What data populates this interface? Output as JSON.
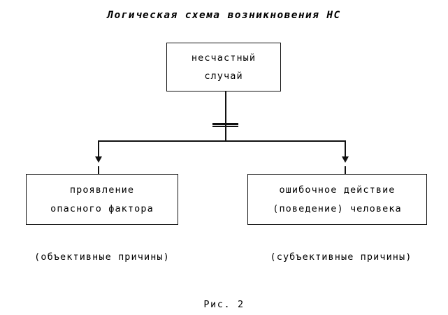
{
  "diagram": {
    "title": "Логическая схема возникновения НС",
    "figure_label": "Рис. 2",
    "type": "flowchart",
    "ink_color": "#111111",
    "background_color": "#ffffff",
    "nodes": [
      {
        "id": "accident",
        "line1": "несчастный",
        "line2": "случай"
      },
      {
        "id": "hazard",
        "line1": "проявление",
        "line2": "опасного фактора"
      },
      {
        "id": "human",
        "line1": "ошибочное действие",
        "line2": "(поведение) человека"
      }
    ],
    "captions": {
      "objective": "(объективные причины)",
      "subjective": "(субъективные причины)"
    }
  }
}
